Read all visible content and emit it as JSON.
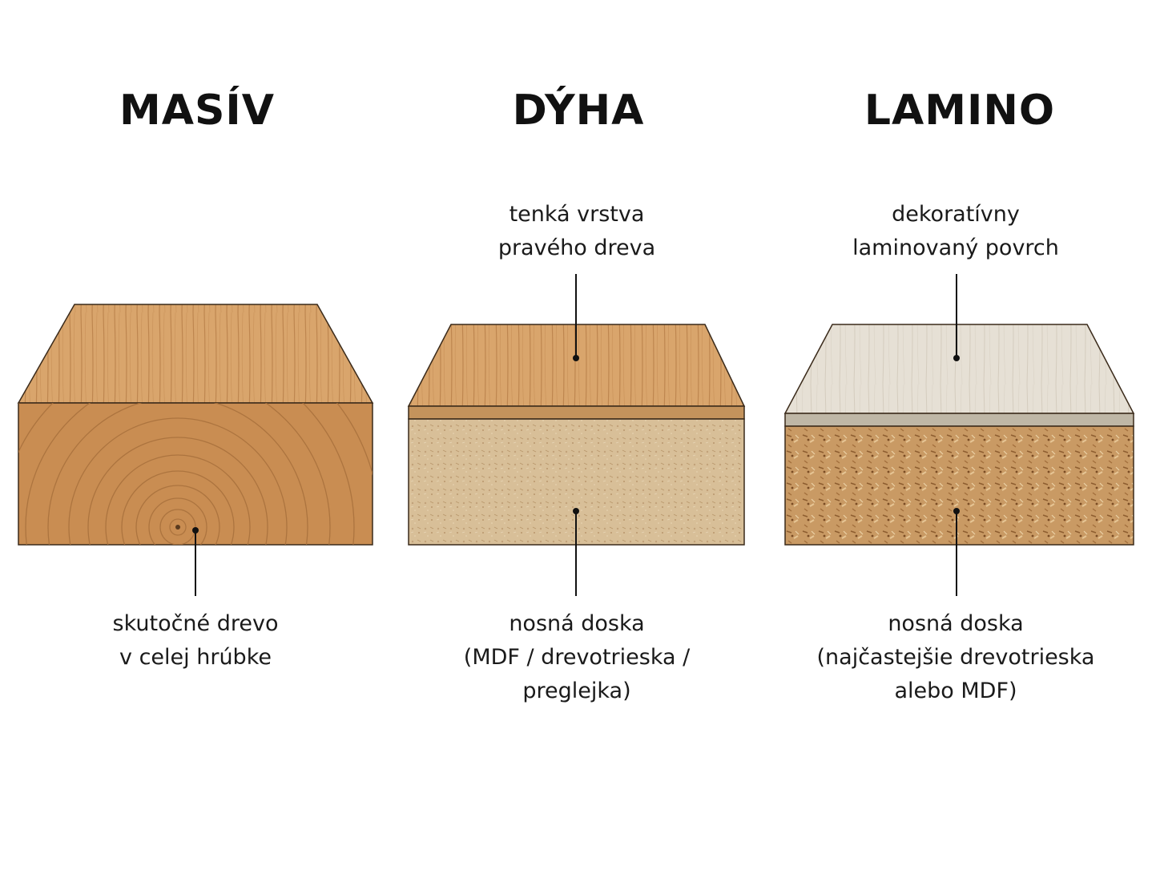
{
  "columns": [
    {
      "title": "MASÍV",
      "bottom_label": [
        "skutočné drevo",
        "v celej hrúbke"
      ]
    },
    {
      "title": "DÝHA",
      "top_label": [
        "tenká vrstva",
        "pravého dreva"
      ],
      "bottom_label": [
        "nosná doska",
        "(MDF / drevotrieska /",
        "preglejka)"
      ]
    },
    {
      "title": "LAMINO",
      "top_label": [
        "dekoratívny",
        "laminovaný povrch"
      ],
      "bottom_label": [
        "nosná doska",
        "(najčastejšie drevotrieska",
        "alebo MDF)"
      ]
    }
  ],
  "colors": {
    "oak_top": "#d9a56c",
    "oak_front": "#c98d52",
    "oak_grain": "#a8703c",
    "veneer_edge": "#c4935c",
    "mdf_core": "#d8bf98",
    "laminate_top": "#e6e0d5",
    "laminate_edge": "#bfb7a6",
    "particle_core": "#c99a64",
    "outline": "#3a2a1a",
    "leader": "#111111"
  }
}
